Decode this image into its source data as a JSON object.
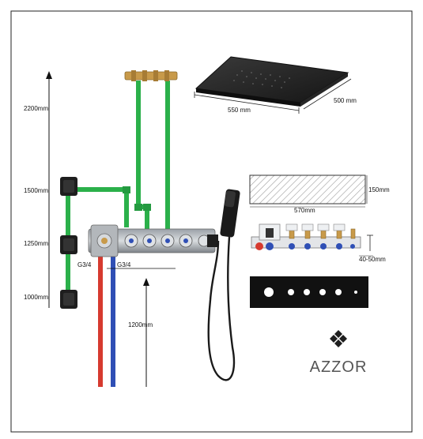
{
  "diagram": {
    "dimensions": {
      "height_total": "2200mm",
      "height_1500": "1500mm",
      "height_1250": "1250mm",
      "height_1000": "1000mm",
      "height_1200": "1200mm",
      "panel_width": "550 mm",
      "panel_depth": "500 mm",
      "box_width": "570mm",
      "box_height": "150mm",
      "wall_depth": "40-50mm"
    },
    "inlets": {
      "left": "G3/4",
      "right": "G3/4"
    },
    "colors": {
      "pipe_green": "#2bb04a",
      "hot_red": "#d63a2f",
      "cold_blue": "#2f4fb5",
      "metal_dark": "#1e1e1e",
      "brass": "#c89a4a"
    }
  },
  "brand": {
    "name": "AZZOR",
    "logo_icon": "diamond-cluster-icon"
  }
}
